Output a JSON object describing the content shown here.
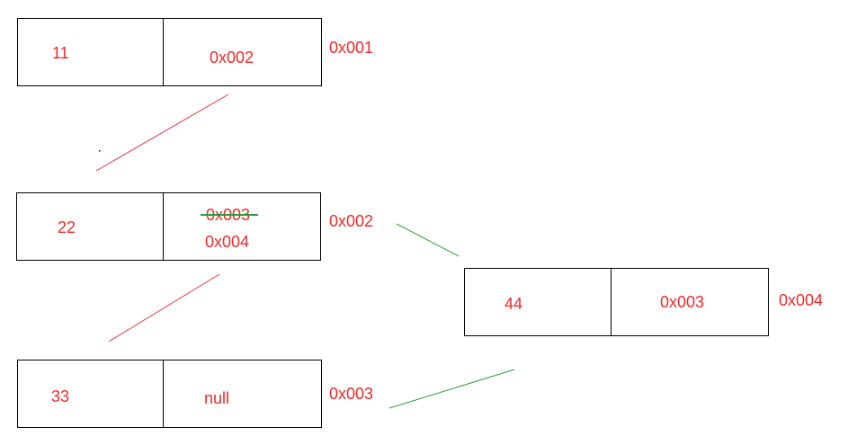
{
  "nodes": [
    {
      "value": "11",
      "next": "0x002",
      "address": "0x001"
    },
    {
      "value": "22",
      "next_old": "0x003",
      "next": "0x004",
      "address": "0x002"
    },
    {
      "value": "33",
      "next": "null",
      "address": "0x003"
    },
    {
      "value": "44",
      "next": "0x003",
      "address": "0x004"
    }
  ],
  "colors": {
    "text": "#ee2a2a",
    "link_red": "#e8333a",
    "link_green": "#2a9d3a",
    "border": "#000000"
  }
}
